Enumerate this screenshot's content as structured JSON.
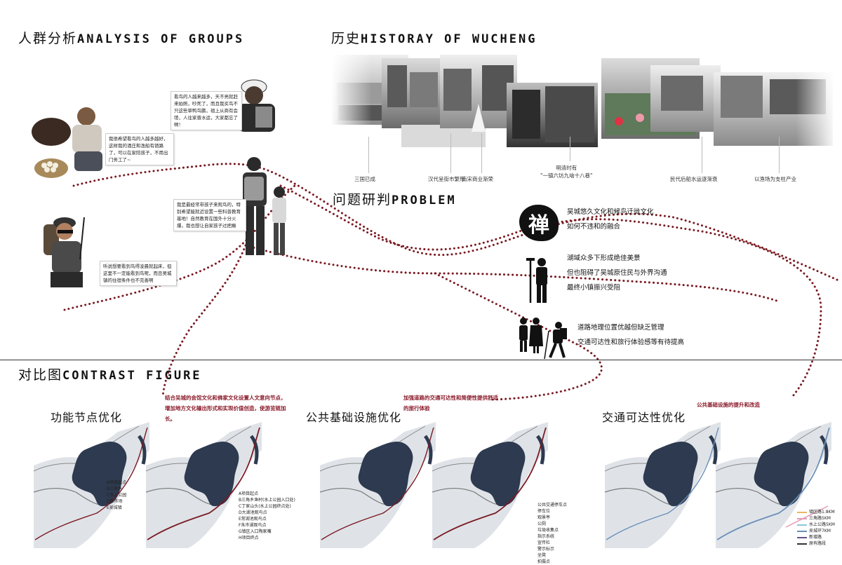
{
  "sections": {
    "groups": {
      "cn": "人群分析",
      "en": "ANALYSIS OF GROUPS"
    },
    "history": {
      "cn": "历史",
      "en": "HISTORAY OF WUCHENG"
    },
    "problem": {
      "cn": "问题研判",
      "en": "PROBLEM"
    },
    "contrast": {
      "cn": "对比图",
      "en": "CONTRAST FIGURE"
    }
  },
  "quotes": [
    "看鸟的人越来越多，天不亮就赶来拍照，吵死了，而且我买鸟不只这些草鸭鸟鹏，祖上从商有会馆，人往家晋水运，大家都忘了啊！",
    "我很希望看鸟的人越多越好，这样我的酒庄和渔船有销路了，可以在家陪孩子，不用出门务工了~",
    "我是最经常带孩子来观鸟的，特别希望能就近设置一些科普教育基地！自然教育在国外十分火爆，我也想让自家孩子过把瘾",
    "听说想要看到鸟得凌晨就起床，但这里不一定能看到鸟呢，而且吴城镇的住宿条件也不完善啊"
  ],
  "history_captions": [
    "三国已成",
    "汉代呈街市繁形",
    "南宋商业渐荣",
    "明清时有\n\"一镇六坊九垴十八巷\"",
    "民代后船水运逐渐衰",
    "以渔场为支柱产业"
  ],
  "problem_icons": {
    "zen": "禅"
  },
  "problems": [
    [
      "吴城悠久文化和候鸟迁徙文化",
      "如何不违和的融合"
    ],
    [
      "湖域众多下形成绝佳美景",
      "但也阻碍了吴城原住民与外界沟通",
      "最终小镇振兴受阻"
    ],
    [
      "道路地理位置优越但缺乏管理",
      "交通可达性和旅行体验感等有待提高"
    ]
  ],
  "map_titles": [
    "功能节点优化",
    "公共基础设施优化",
    "交通可达性优化"
  ],
  "notes": [
    "结合吴城的会馆文化和佛家文化设置人文意向节点，增加地方文化输出形式和实现价值创造，使游览链加长。",
    "加强道路的交通可达性和简便性提供舒适的旅行体验",
    "公共基础设施的提升和改造"
  ],
  "legend_a": "A项目起点\nB三角乡\nC水上公园\nD鱼市场\nE吴城镇",
  "legend_b": "A项目起点\nB三角乡渔村(水上公园入口处)\nC丁家山头(水上公园终点处)\nD大湖池观鸟点\nE常湖池观鸟点\nF朱市湖观鸟点\nG镇区入口陶家嘴\nH项目终点",
  "legend_c": "公共交通停车点\n停车位\n观景亭\n公厕\n垃圾收集点\n指示系统\n宣传栏\n警示标示\n坐凳\n拍摄点",
  "legend_d": [
    {
      "label": "镇区路1.8KM",
      "color": "#e8b860"
    },
    {
      "label": "三角路5KM",
      "color": "#e39bb4"
    },
    {
      "label": "水上公路5KM",
      "color": "#8ec6d8"
    },
    {
      "label": "吴城环7KM",
      "color": "#6b8fb8"
    },
    {
      "label": "新增路",
      "color": "#6a4e8a"
    },
    {
      "label": "原有路段",
      "color": "#333333"
    }
  ],
  "colors": {
    "accent": "#7a1a22",
    "lake": "#2d3a4f"
  }
}
